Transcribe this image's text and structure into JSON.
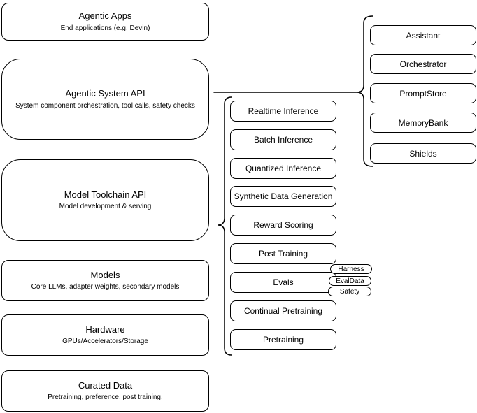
{
  "left_stack": [
    {
      "title": "Agentic Apps",
      "subtitle": "End applications (e.g. Devin)"
    },
    {
      "title": "Agentic System API",
      "subtitle": "System component orchestration, tool calls, safety checks"
    },
    {
      "title": "Model Toolchain API",
      "subtitle": "Model development & serving"
    },
    {
      "title": "Models",
      "subtitle": "Core LLMs, adapter weights, secondary models"
    },
    {
      "title": "Hardware",
      "subtitle": "GPUs/Accelerators/Storage"
    },
    {
      "title": "Curated Data",
      "subtitle": "Pretraining, preference, post training."
    }
  ],
  "toolchain": {
    "items": [
      "Realtime Inference",
      "Batch Inference",
      "Quantized Inference",
      "Synthetic Data Generation",
      "Reward Scoring",
      "Post Training",
      "Evals",
      "Continual Pretraining",
      "Pretraining"
    ]
  },
  "eval_tags": [
    "Harness",
    "EvalData",
    "Safety"
  ],
  "components": [
    "Assistant",
    "Orchestrator",
    "PromptStore",
    "MemoryBank",
    "Shields"
  ],
  "colors": {
    "stroke": "#000000",
    "fill": "#ffffff",
    "text": "#000000"
  }
}
